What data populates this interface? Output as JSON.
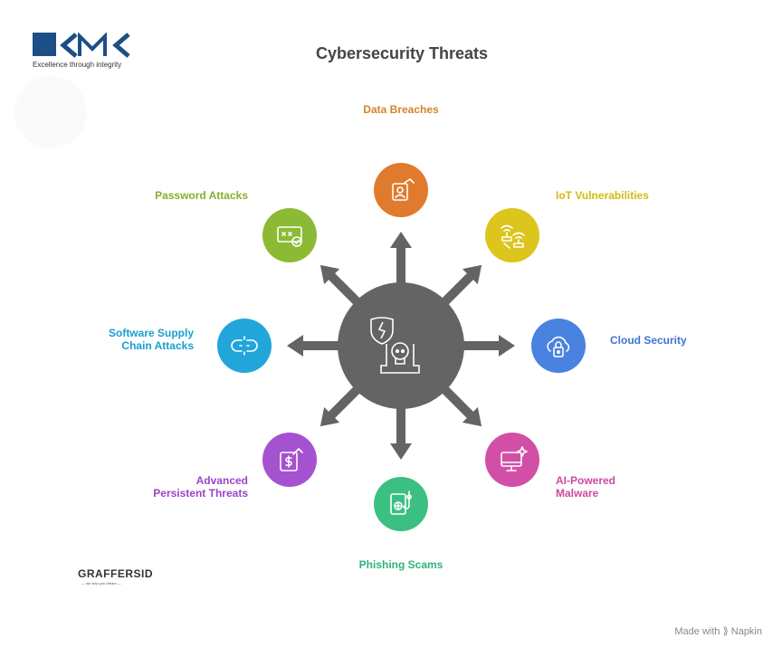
{
  "title": "Cybersecurity Threats",
  "logos": {
    "kmk": "KMK",
    "kmk_tagline": "Excellence through integrity",
    "graffers": "GRAFFERSID",
    "graffers_tagline": "— we ship you dream —"
  },
  "footer": "Made with ⟫ Napkin",
  "center": {
    "color": "#646464",
    "icon": "broken-shield-skull-laptop-icon"
  },
  "nodes": [
    {
      "label": "Data Breaches",
      "color": "#e07b2e",
      "label_color": "#d9822b",
      "icon": "id-card-hand-icon"
    },
    {
      "label": "IoT Vulnerabilities",
      "color": "#dcc51c",
      "label_color": "#d2bb10",
      "icon": "wifi-router-icon"
    },
    {
      "label": "Cloud Security",
      "color": "#4a82e0",
      "label_color": "#3f74d0",
      "icon": "cloud-lock-icon"
    },
    {
      "label": "AI-Powered\nMalware",
      "color": "#d24fa8",
      "label_color": "#cc4aa0",
      "icon": "monitor-sparkle-icon"
    },
    {
      "label": "Phishing Scams",
      "color": "#3cc082",
      "label_color": "#2fb37a",
      "icon": "book-hook-icon"
    },
    {
      "label": "Advanced\nPersistent Threats",
      "color": "#a552d0",
      "label_color": "#9b44c8",
      "icon": "dollar-hand-icon"
    },
    {
      "label": "Software Supply\nChain Attacks",
      "color": "#22a6da",
      "label_color": "#1a9fd2",
      "icon": "broken-link-icon"
    },
    {
      "label": "Password Attacks",
      "color": "#8cba34",
      "label_color": "#86b02a",
      "icon": "password-check-icon"
    }
  ]
}
